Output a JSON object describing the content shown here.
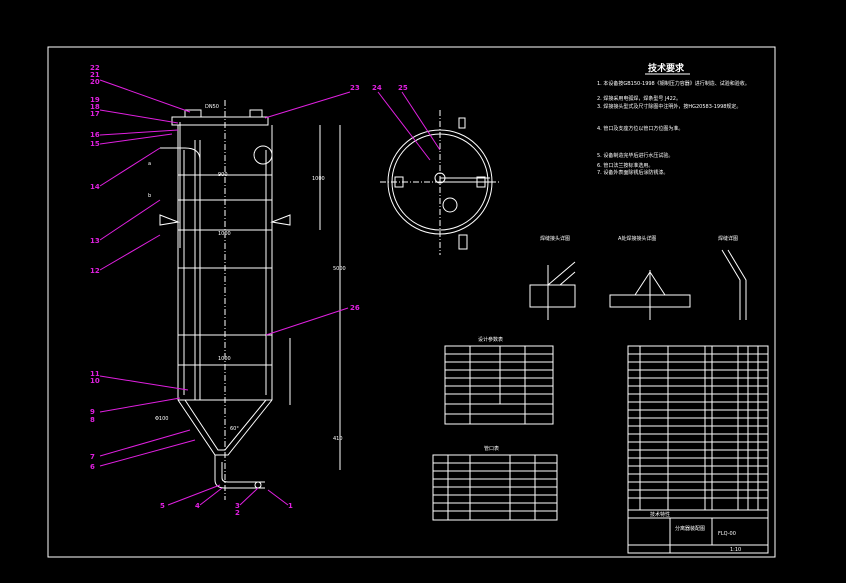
{
  "drawing": {
    "tech_req_title": "技术要求",
    "tech_req_lines": [
      "1. 本设备按GB150-1998《钢制压力容器》进行制造、试验和验收。",
      "2. 焊接采用电弧焊，焊条型号 J422。",
      "3. 焊接接头型式及尺寸除图中注明外，按HG20583-1998规定。",
      "4. 管口及支座方位以管口方位图为准。",
      "5. 设备制造完毕后进行水压试验。",
      "6. 管口法兰按标准选用。",
      "7. 设备外表面除锈后涂防锈漆。"
    ],
    "weld_detail_titles": [
      "焊缝接头详图",
      "A处焊接接头详图",
      "焊缝详图"
    ],
    "design_table_title": "设计参数表",
    "nozzle_table_title": "管口表",
    "bom_title": "技术特性",
    "dims": {
      "top_flange": "DN50",
      "shell_width": "900",
      "height_upper": "1000",
      "total_height": "5000",
      "shell_dia": "1000",
      "lower_width": "1000",
      "cone_angle": "60°",
      "bottom": "410",
      "cone_dia": "Φ100",
      "a": "a",
      "b": "b"
    },
    "left_labels": [
      "22",
      "21",
      "20",
      "19",
      "18",
      "17",
      "16",
      "15",
      "14",
      "13",
      "12",
      "11",
      "10",
      "9",
      "8",
      "7",
      "6",
      "5",
      "4",
      "3",
      "2",
      "1"
    ],
    "right_labels": [
      "23",
      "24",
      "25",
      "26"
    ],
    "title_block": {
      "name": "分离器装配图",
      "drawing_no": "FLQ-00",
      "scale": "1:10"
    }
  }
}
